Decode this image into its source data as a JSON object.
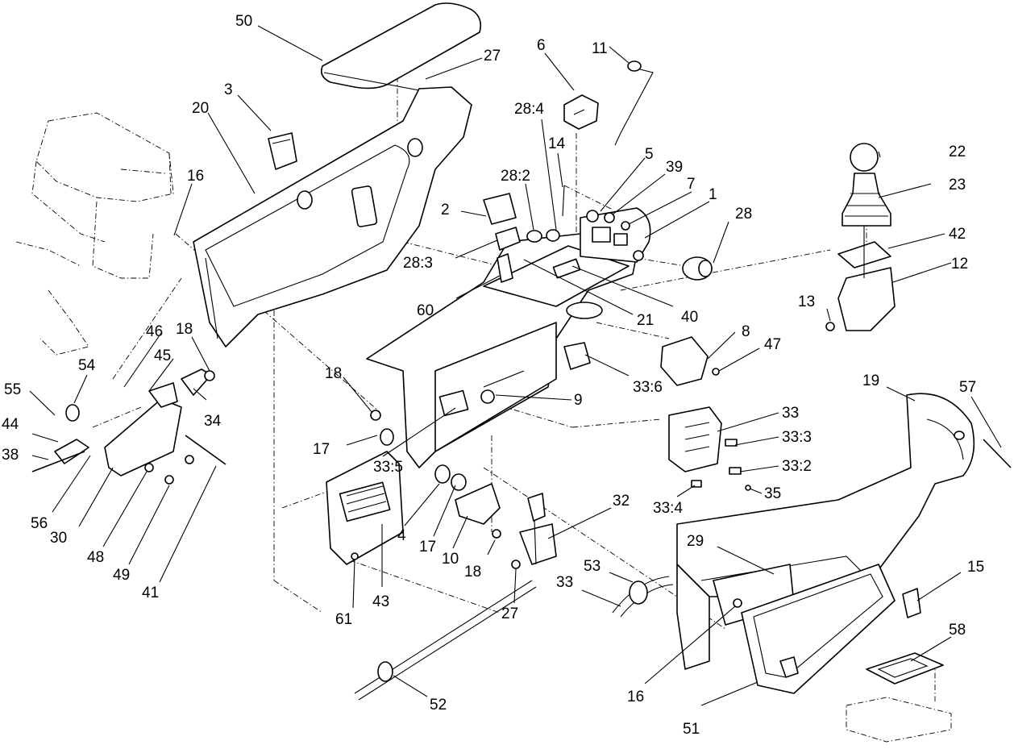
{
  "callouts": [
    {
      "id": "c50",
      "text": "50"
    },
    {
      "id": "c27a",
      "text": "27"
    },
    {
      "id": "c3",
      "text": "3"
    },
    {
      "id": "c20",
      "text": "20"
    },
    {
      "id": "c16a",
      "text": "16"
    },
    {
      "id": "c6",
      "text": "6"
    },
    {
      "id": "c11",
      "text": "11"
    },
    {
      "id": "c28_4",
      "text": "28:4"
    },
    {
      "id": "c14",
      "text": "14"
    },
    {
      "id": "c28_2",
      "text": "28:2"
    },
    {
      "id": "c5",
      "text": "5"
    },
    {
      "id": "c39",
      "text": "39"
    },
    {
      "id": "c7",
      "text": "7"
    },
    {
      "id": "c1",
      "text": "1"
    },
    {
      "id": "c22",
      "text": "22"
    },
    {
      "id": "c23",
      "text": "23"
    },
    {
      "id": "c2",
      "text": "2"
    },
    {
      "id": "c28",
      "text": "28"
    },
    {
      "id": "c42",
      "text": "42"
    },
    {
      "id": "c28_3",
      "text": "28:3"
    },
    {
      "id": "c12",
      "text": "12"
    },
    {
      "id": "c13",
      "text": "13"
    },
    {
      "id": "c60",
      "text": "60"
    },
    {
      "id": "c40",
      "text": "40"
    },
    {
      "id": "c21",
      "text": "21"
    },
    {
      "id": "c46",
      "text": "46"
    },
    {
      "id": "c18a",
      "text": "18"
    },
    {
      "id": "c45",
      "text": "45"
    },
    {
      "id": "c8",
      "text": "8"
    },
    {
      "id": "c47",
      "text": "47"
    },
    {
      "id": "c54",
      "text": "54"
    },
    {
      "id": "c18b",
      "text": "18"
    },
    {
      "id": "c33_6",
      "text": "33:6"
    },
    {
      "id": "c19",
      "text": "19"
    },
    {
      "id": "c57",
      "text": "57"
    },
    {
      "id": "c55",
      "text": "55"
    },
    {
      "id": "c34",
      "text": "34"
    },
    {
      "id": "c9",
      "text": "9"
    },
    {
      "id": "c33a",
      "text": "33"
    },
    {
      "id": "c44",
      "text": "44"
    },
    {
      "id": "c17a",
      "text": "17"
    },
    {
      "id": "c33_3",
      "text": "33:3"
    },
    {
      "id": "c38",
      "text": "38"
    },
    {
      "id": "c33_5",
      "text": "33:5"
    },
    {
      "id": "c33_2",
      "text": "33:2"
    },
    {
      "id": "c35",
      "text": "35"
    },
    {
      "id": "c33_4",
      "text": "33:4"
    },
    {
      "id": "c56",
      "text": "56"
    },
    {
      "id": "c30",
      "text": "30"
    },
    {
      "id": "c32",
      "text": "32"
    },
    {
      "id": "c4",
      "text": "4"
    },
    {
      "id": "c17b",
      "text": "17"
    },
    {
      "id": "c48",
      "text": "48"
    },
    {
      "id": "c10",
      "text": "10"
    },
    {
      "id": "c29",
      "text": "29"
    },
    {
      "id": "c18c",
      "text": "18"
    },
    {
      "id": "c49",
      "text": "49"
    },
    {
      "id": "c15",
      "text": "15"
    },
    {
      "id": "c53",
      "text": "53"
    },
    {
      "id": "c41",
      "text": "41"
    },
    {
      "id": "c33b",
      "text": "33"
    },
    {
      "id": "c43",
      "text": "43"
    },
    {
      "id": "c61",
      "text": "61"
    },
    {
      "id": "c27b",
      "text": "27"
    },
    {
      "id": "c58",
      "text": "58"
    },
    {
      "id": "c16b",
      "text": "16"
    },
    {
      "id": "c52",
      "text": "52"
    },
    {
      "id": "c51",
      "text": "51"
    }
  ]
}
